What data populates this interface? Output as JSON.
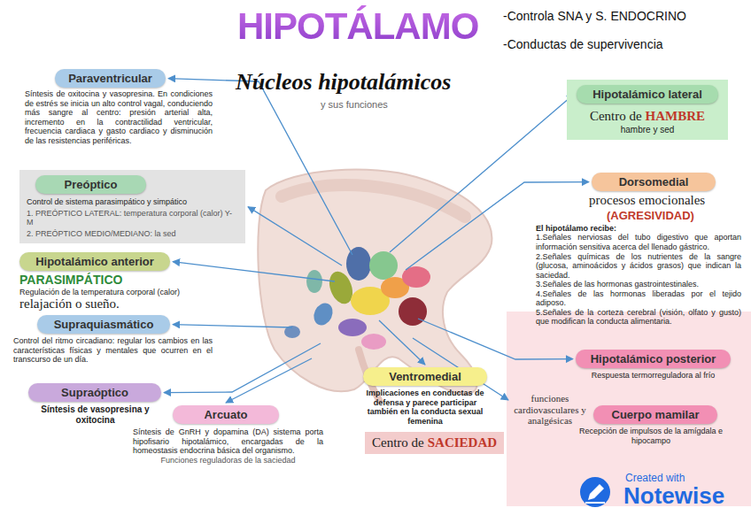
{
  "diagram": {
    "title": "HIPOTÁLAMO",
    "nodes": [
      {
        "text": [
          "Paraventricular",
          "Síntesis de oxitocina y vasopresina. En condiciones de estrés se inicia un alto control vagal, conduciendo más sangre al centro: presión arterial alta, incremento en la contractilidad ventricular, frecuencia cardiaca y gasto cardiaco y disminución de las resistencias periféricas."
        ]
      },
      {
        "text": [
          "Preóptico",
          "Control de sistema parasimpático y simpático",
          "1. PREÓPTICO LATERAL: temperatura corporal (calor) Y-M",
          "2. PREÓPTICO MEDIO/MEDIANO: la sed"
        ]
      },
      {
        "text": [
          "Hipotalámico anterior",
          "PARASIMPÁTICO",
          "Regulación de la temperatura corporal (calor)",
          "relajación o sueño."
        ]
      },
      {
        "text": [
          "Supraquiasmático",
          "Control del ritmo circadiano: regular los cambios en las características físicas y mentales que ocurren en el transcurso de un día."
        ]
      },
      {
        "text": [
          "Supraóptico",
          "Síntesis de vasopresina y oxitocina"
        ]
      },
      {
        "text": [
          "Arcuato",
          "Síntesis de GnRH y dopamina (DA) sistema porta hipofisario hipotalámico, encargadas de la homeostasis endocrina básica del organismo.",
          "Funciones reguladoras de la saciedad"
        ]
      },
      {
        "text": [
          "Ventromedial",
          "Implicaciones en conductas de defensa y parece participar también en la conducta sexual femenina"
        ]
      },
      {
        "text": [
          "Centro de",
          "SACIEDAD"
        ]
      },
      {
        "text": [
          "Hipotalámico lateral",
          "Centro de",
          "HAMBRE",
          "hambre y sed"
        ]
      },
      {
        "text": [
          "Dorsomedial",
          "procesos emocionales",
          "(AGRESIVIDAD)",
          "El hipotálamo recibe:",
          "1.Señales nerviosas del tubo digestivo que aportan información sensitiva acerca del llenado gástrico.",
          "2.Señales químicas de los nutrientes de la sangre (glucosa, aminoácidos y ácidos grasos) que indican la saciedad.",
          "3.Señales de las hormonas gastrointestinales.",
          "4.Señales de las hormonas liberadas por el tejido adiposo.",
          "5.Señales de la corteza cerebral (visión, olfato y gusto) que modifican la conducta alimentaria."
        ]
      },
      {
        "text": [
          "Hipotalámico posterior",
          "Respuesta termorreguladora al frío"
        ]
      },
      {
        "text": [
          "Cuerpo mamilar",
          "Recepción de impulsos de la amígdala e hipocampo"
        ]
      }
    ],
    "labels": [
      "-Controla SNA y S. ENDOCRINO",
      "-Conductas de supervivencia",
      "Núcleos hipotalámicos",
      "y sus funciones",
      "funciones cardiovasculares y analgésicas",
      "Created with",
      "Notewise"
    ]
  }
}
